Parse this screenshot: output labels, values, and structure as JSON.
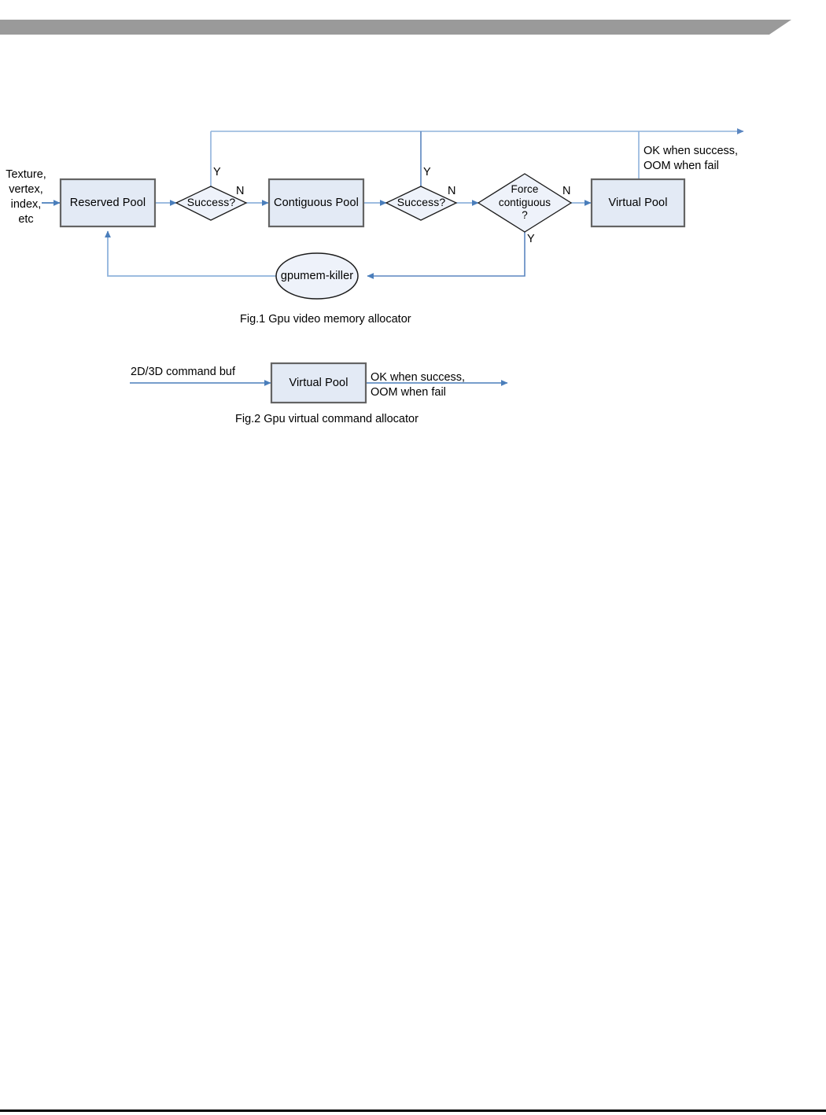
{
  "page": {
    "background_color": "#ffffff",
    "header_band_color": "#9a9a9a",
    "footer_rule_color": "#000000"
  },
  "theme": {
    "node_fill": "#E3EAF5",
    "node_stroke": "#646464",
    "decision_fill": "#EEF2FA",
    "decision_stroke": "#000000",
    "connector_color": "#4A7EBB",
    "connector_light": "#9DBCE0",
    "text_color": "#000000"
  },
  "figure1": {
    "caption": "Fig.1 Gpu video memory allocator",
    "input_label": "Texture,\nvertex,\nindex,\netc",
    "output_label": "OK when success,\nOOM when fail",
    "nodes": [
      {
        "id": "reserved-pool",
        "label": "Reserved Pool",
        "shape": "process"
      },
      {
        "id": "success-1",
        "label": "Success?",
        "shape": "decision"
      },
      {
        "id": "contiguous-pool",
        "label": "Contiguous Pool",
        "shape": "process"
      },
      {
        "id": "success-2",
        "label": "Success?",
        "shape": "decision"
      },
      {
        "id": "force-contiguous",
        "label": "Force\ncontiguous\n?",
        "shape": "decision"
      },
      {
        "id": "virtual-pool",
        "label": "Virtual Pool",
        "shape": "process"
      },
      {
        "id": "gpumem-killer",
        "label": "gpumem-killer",
        "shape": "ellipse"
      }
    ],
    "branch_labels": [
      {
        "id": "success-1-yes",
        "label": "Y"
      },
      {
        "id": "success-1-no",
        "label": "N"
      },
      {
        "id": "success-2-yes",
        "label": "Y"
      },
      {
        "id": "success-2-no",
        "label": "N"
      },
      {
        "id": "force-contiguous-no",
        "label": "N"
      },
      {
        "id": "force-contiguous-yes",
        "label": "Y"
      }
    ]
  },
  "figure2": {
    "caption": "Fig.2 Gpu virtual command allocator",
    "input_label": "2D/3D command buf",
    "output_label": "OK when success,\nOOM when fail",
    "nodes": [
      {
        "id": "virtual-pool-2",
        "label": "Virtual Pool",
        "shape": "process"
      }
    ]
  }
}
